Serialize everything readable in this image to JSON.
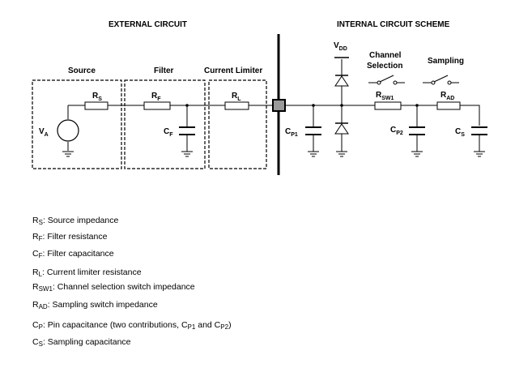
{
  "headings": {
    "external": "EXTERNAL CIRCUIT",
    "internal": "INTERNAL CIRCUIT SCHEME"
  },
  "blocks": {
    "source": "Source",
    "filter": "Filter",
    "current_limiter": "Current Limiter",
    "channel_selection_line1": "Channel",
    "channel_selection_line2": "Selection",
    "sampling": "Sampling"
  },
  "components": {
    "va": {
      "main": "V",
      "sub": "A"
    },
    "rs": {
      "main": "R",
      "sub": "S"
    },
    "rf": {
      "main": "R",
      "sub": "F"
    },
    "cf": {
      "main": "C",
      "sub": "F"
    },
    "rl": {
      "main": "R",
      "sub": "L"
    },
    "vdd": {
      "main": "V",
      "sub": "DD"
    },
    "cp1": {
      "main": "C",
      "sub": "P1"
    },
    "rsw1": {
      "main": "R",
      "sub": "SW1"
    },
    "cp2": {
      "main": "C",
      "sub": "P2"
    },
    "rad": {
      "main": "R",
      "sub": "AD"
    },
    "cs": {
      "main": "C",
      "sub": "S"
    }
  },
  "legend": [
    {
      "sym": "R",
      "sub": "S",
      "text": ": Source impedance"
    },
    {
      "sym": "R",
      "sub": "F",
      "text": ": Filter resistance"
    },
    {
      "sym": "C",
      "sub": "F",
      "text": ": Filter capacitance"
    },
    {
      "sym": "R",
      "sub": "L",
      "text": ": Current limiter resistance"
    },
    {
      "sym": "R",
      "sub": "SW1",
      "text": ": Channel selection switch impedance"
    },
    {
      "sym": "R",
      "sub": "AD",
      "text": ": Sampling switch impedance"
    },
    {
      "sym": "C",
      "sub": "P",
      "text": ": Pin capacitance (two contributions, C",
      "sub2": "P1",
      "text2": " and C",
      "sub3": "P2",
      "text3": ")"
    },
    {
      "sym": "C",
      "sub": "S",
      "text": ": Sampling capacitance"
    }
  ]
}
